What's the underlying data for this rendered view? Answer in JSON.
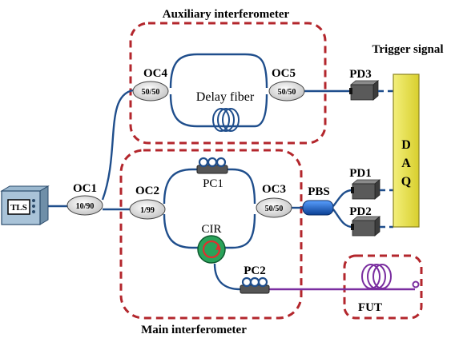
{
  "titles": {
    "auxiliary": "Auxiliary interferometer",
    "main": "Main interferometer",
    "trigger": "Trigger signal"
  },
  "source": {
    "label": "TLS"
  },
  "couplers": {
    "oc1": {
      "name": "OC1",
      "ratio": "10/90"
    },
    "oc2": {
      "name": "OC2",
      "ratio": "1/99"
    },
    "oc3": {
      "name": "OC3",
      "ratio": "50/50"
    },
    "oc4": {
      "name": "OC4",
      "ratio": "50/50"
    },
    "oc5": {
      "name": "OC5",
      "ratio": "50/50"
    }
  },
  "components": {
    "delay_fiber": "Delay fiber",
    "pc1": "PC1",
    "pc2": "PC2",
    "cir": "CIR",
    "pbs": "PBS",
    "fut": "FUT"
  },
  "detectors": {
    "pd1": "PD1",
    "pd2": "PD2",
    "pd3": "PD3"
  },
  "daq": {
    "letters": [
      "D",
      "A",
      "Q"
    ]
  },
  "colors": {
    "fiber": "#1f4e8c",
    "fut_fiber": "#7a2ea0",
    "dashed_box": "#b3262c",
    "coupler_fill": "#d9d9d9",
    "daq_fill": "#e8e24a",
    "pbs_fill": "#1a64c8",
    "cir_fill": "#2aa35a"
  }
}
